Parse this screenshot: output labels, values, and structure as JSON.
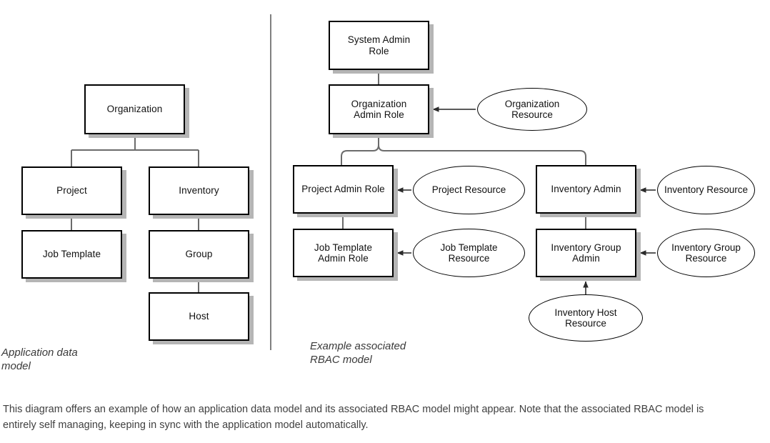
{
  "diagram": {
    "left_panel": {
      "caption": "Application data\nmodel",
      "nodes": [
        {
          "id": "organization",
          "label": "Organization"
        },
        {
          "id": "project",
          "label": "Project"
        },
        {
          "id": "inventory",
          "label": "Inventory"
        },
        {
          "id": "job-template",
          "label": "Job Template"
        },
        {
          "id": "group",
          "label": "Group"
        },
        {
          "id": "host",
          "label": "Host"
        }
      ]
    },
    "right_panel": {
      "caption": "Example associated\nRBAC model",
      "role_nodes": [
        {
          "id": "system-admin-role",
          "label": "System Admin\nRole"
        },
        {
          "id": "organization-admin-role",
          "label": "Organization\nAdmin Role"
        },
        {
          "id": "project-admin-role",
          "label": "Project Admin Role"
        },
        {
          "id": "inventory-admin",
          "label": "Inventory Admin"
        },
        {
          "id": "job-template-admin-role",
          "label": "Job Template\nAdmin Role"
        },
        {
          "id": "inventory-group-admin",
          "label": "Inventory Group\nAdmin"
        }
      ],
      "resource_nodes": [
        {
          "id": "organization-resource",
          "label": "Organization\nResource"
        },
        {
          "id": "project-resource",
          "label": "Project Resource"
        },
        {
          "id": "inventory-resource",
          "label": "Inventory Resource"
        },
        {
          "id": "job-template-resource",
          "label": "Job Template\nResource"
        },
        {
          "id": "inventory-group-resource",
          "label": "Inventory Group\nResource"
        },
        {
          "id": "inventory-host-resource",
          "label": "Inventory Host\nResource"
        }
      ]
    }
  },
  "footer": {
    "paragraph": "This diagram offers an example of how an application data model and its associated RBAC model might appear. Note that the associated RBAC model is entirely self managing, keeping in sync with the application model automatically."
  },
  "colors": {
    "stroke": "#000000",
    "connector": "#6b6b6b",
    "shadow": "#b5b5b5",
    "text": "#111111",
    "caption": "#3a3a3a",
    "body": "#404040",
    "background": "#ffffff"
  }
}
